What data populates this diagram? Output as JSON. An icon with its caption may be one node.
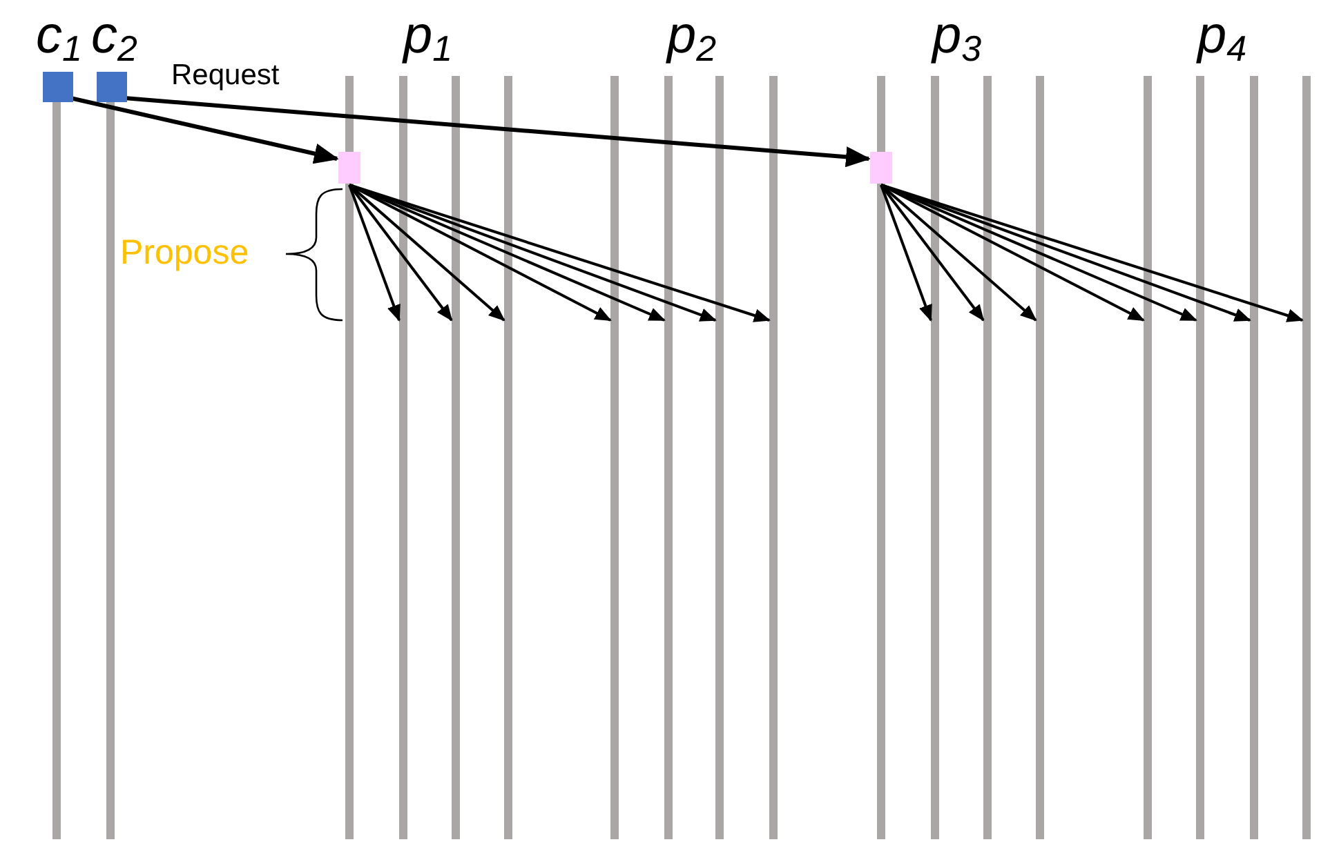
{
  "diagram": {
    "nodes": [
      {
        "text": [],
        "shape": "box"
      },
      {
        "text": [],
        "shape": "box"
      },
      {
        "text": [],
        "shape": "box"
      },
      {
        "text": [],
        "shape": "box"
      },
      {
        "text": [],
        "shape": "bar"
      },
      {
        "text": [],
        "shape": "bar"
      },
      {
        "text": [],
        "shape": "bar"
      },
      {
        "text": [],
        "shape": "bar"
      },
      {
        "text": [],
        "shape": "bar"
      },
      {
        "text": [],
        "shape": "bar"
      },
      {
        "text": [],
        "shape": "bar"
      },
      {
        "text": [],
        "shape": "bar"
      },
      {
        "text": [],
        "shape": "bar"
      },
      {
        "text": [],
        "shape": "bar"
      },
      {
        "text": [],
        "shape": "bar"
      },
      {
        "text": [],
        "shape": "bar"
      },
      {
        "text": [],
        "shape": "bar"
      },
      {
        "text": [],
        "shape": "bar"
      },
      {
        "text": [],
        "shape": "bar"
      },
      {
        "text": [],
        "shape": "bar"
      },
      {
        "text": [],
        "shape": "bar"
      },
      {
        "text": [],
        "shape": "bar"
      }
    ],
    "edges": [
      {
        "from": 0,
        "to": 2,
        "arrow": "to"
      },
      {
        "from": 1,
        "to": 3,
        "arrow": "to",
        "label": "Request"
      },
      {
        "from": 2,
        "to": 7,
        "arrow": "to"
      },
      {
        "from": 2,
        "to": 8,
        "arrow": "to"
      },
      {
        "from": 2,
        "to": 9,
        "arrow": "to"
      },
      {
        "from": 2,
        "to": 10,
        "arrow": "to"
      },
      {
        "from": 2,
        "to": 11,
        "arrow": "to"
      },
      {
        "from": 2,
        "to": 12,
        "arrow": "to"
      },
      {
        "from": 2,
        "to": 13,
        "arrow": "to"
      },
      {
        "from": 3,
        "to": 15,
        "arrow": "to"
      },
      {
        "from": 3,
        "to": 16,
        "arrow": "to"
      },
      {
        "from": 3,
        "to": 17,
        "arrow": "to"
      },
      {
        "from": 3,
        "to": 18,
        "arrow": "to"
      },
      {
        "from": 3,
        "to": 19,
        "arrow": "to"
      },
      {
        "from": 3,
        "to": 20,
        "arrow": "to"
      },
      {
        "from": 3,
        "to": 21,
        "arrow": "to"
      }
    ],
    "labels": [
      "c$_{1}$",
      "c$_{2}$",
      "p$_{1}$",
      "p$_{2}$",
      "p$_{3}$",
      "p$_{4}$",
      "Propose"
    ]
  }
}
